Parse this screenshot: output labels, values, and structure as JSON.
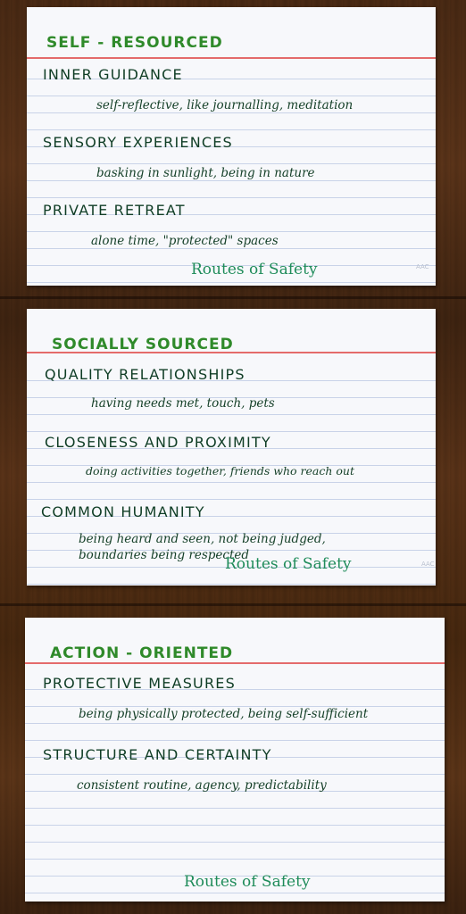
{
  "cards": [
    {
      "title": "SELF - RESOURCED",
      "items": [
        {
          "heading": "INNER GUIDANCE",
          "desc": "self-reflective, like journalling, meditation"
        },
        {
          "heading": "SENSORY EXPERIENCES",
          "desc": "basking in sunlight, being in nature"
        },
        {
          "heading": "PRIVATE RETREAT",
          "desc": "alone time, \"protected\" spaces"
        }
      ],
      "footer": "Routes of Safety",
      "corner_mark": "AAC"
    },
    {
      "title": "SOCIALLY SOURCED",
      "items": [
        {
          "heading": "QUALITY RELATIONSHIPS",
          "desc": "having needs met, touch, pets"
        },
        {
          "heading": "CLOSENESS AND PROXIMITY",
          "desc": "doing activities together, friends who reach out"
        },
        {
          "heading": "COMMON HUMANITY",
          "desc": "being heard and seen, not being judged,",
          "desc2": "boundaries being respected"
        }
      ],
      "footer": "Routes of Safety",
      "corner_mark": "AAC"
    },
    {
      "title": "ACTION - ORIENTED",
      "items": [
        {
          "heading": "PROTECTIVE MEASURES",
          "desc": "being physically protected, being self-sufficient"
        },
        {
          "heading": "STRUCTURE AND CERTAINTY",
          "desc": "consistent routine, agency, predictability"
        }
      ],
      "footer": "Routes of Safety"
    }
  ]
}
